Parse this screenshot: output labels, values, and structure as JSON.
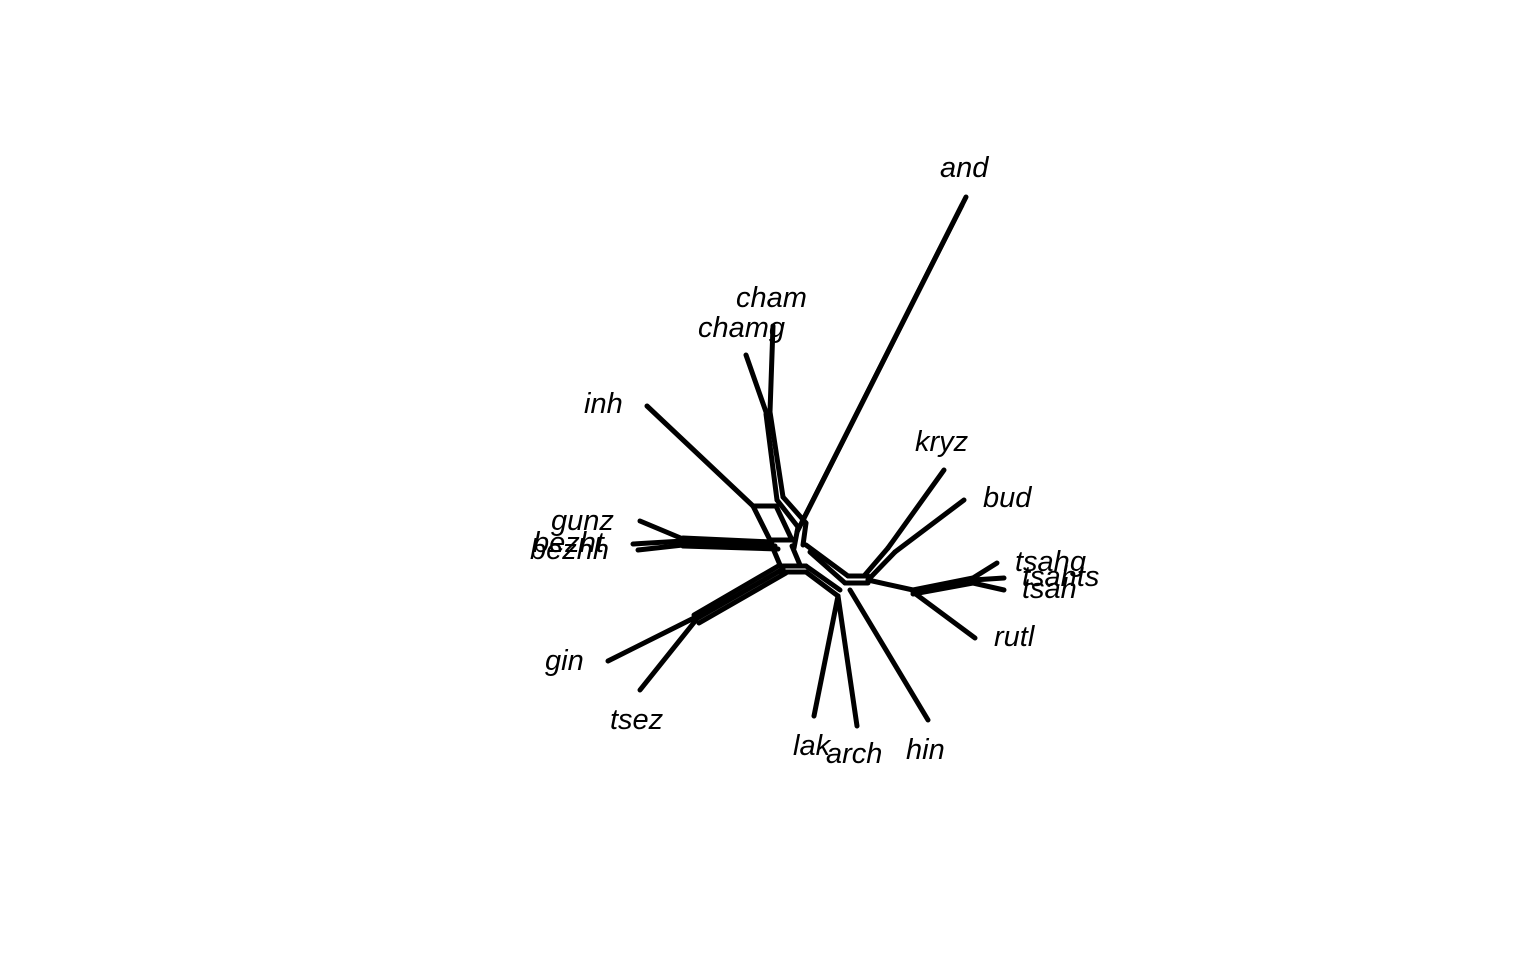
{
  "diagram": {
    "type": "splits-network",
    "line_color": "#000000",
    "background": "#ffffff",
    "taxa": [
      "and",
      "cham",
      "chamg",
      "inh",
      "kryz",
      "bud",
      "gunz",
      "bezht",
      "bezhh",
      "tsahg",
      "tsahts",
      "tsah",
      "rutl",
      "gin",
      "tsez",
      "lak",
      "arch",
      "hin"
    ]
  }
}
